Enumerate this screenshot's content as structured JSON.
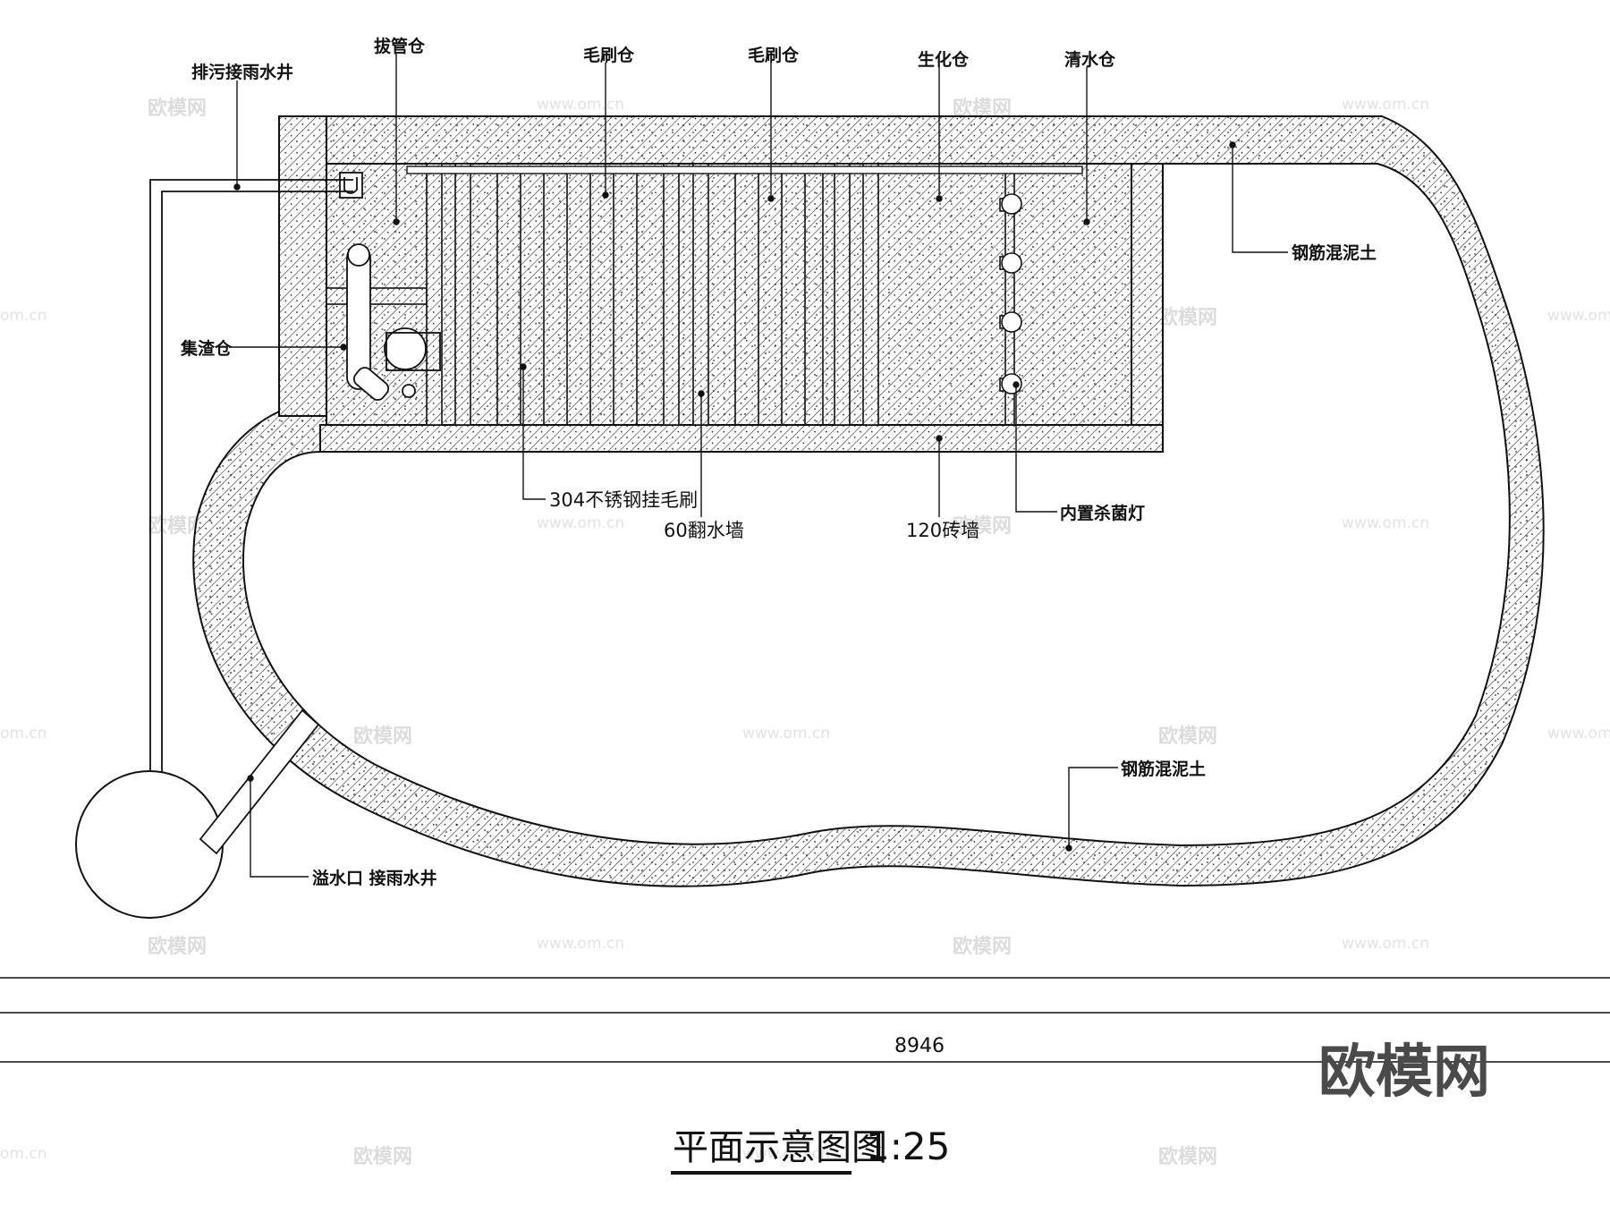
{
  "labels": {
    "drain_well": "排污接雨水井",
    "pipe_bay": "拔管仓",
    "brush_bay_1": "毛刷仓",
    "brush_bay_2": "毛刷仓",
    "bio_bay": "生化仓",
    "clear_bay": "清水仓",
    "concrete_top": "钢筋混泥土",
    "slag_bay": "集渣仓",
    "brush": "304不锈钢挂毛刷",
    "weir_wall": "60翻水墙",
    "brick_wall": "120砖墙",
    "uv_lamp": "内置杀菌灯",
    "concrete_bottom": "钢筋混泥土",
    "overflow": "溢水口  接雨水井"
  },
  "dimension": "8946",
  "title": "平面示意图图",
  "scale": "1:25",
  "watermarks": {
    "brand_cn": "欧模网",
    "url": "www.om.cn",
    "url_partial": "om.cn"
  },
  "colors": {
    "line": "#111111",
    "hatch": "#222222",
    "watermark": "#dcdcdc"
  }
}
